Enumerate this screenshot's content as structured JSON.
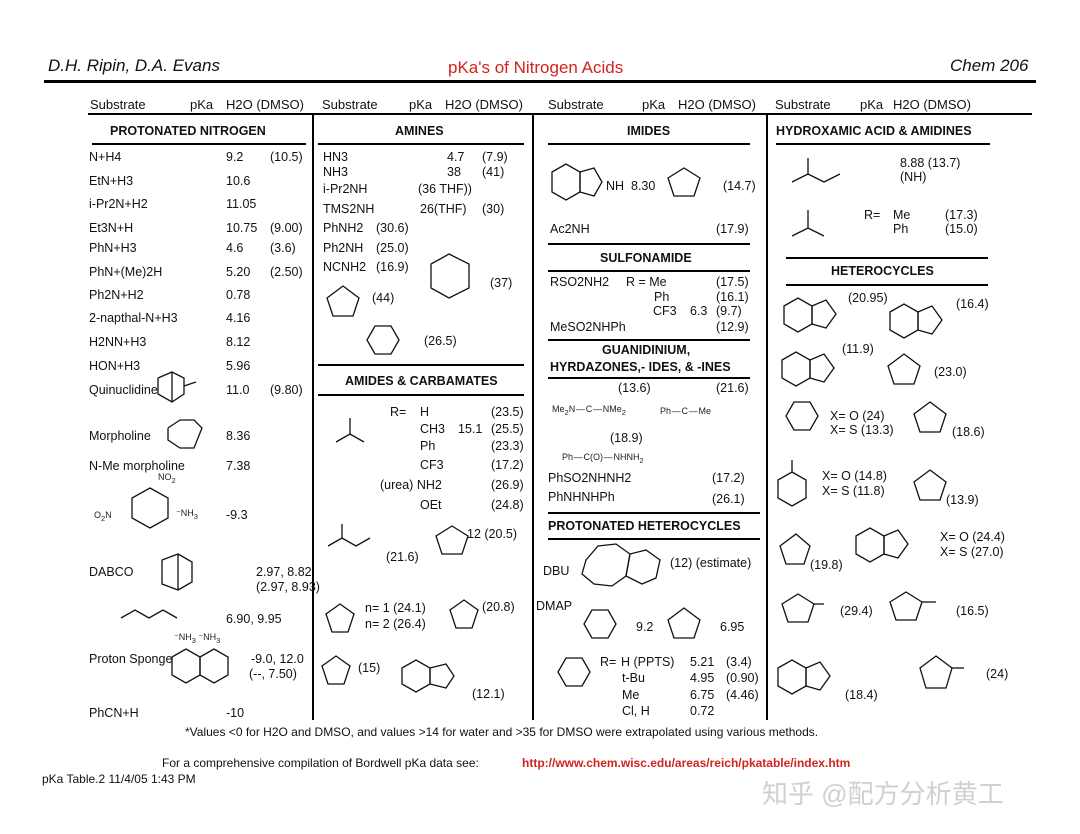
{
  "header": {
    "authors": "D.H. Ripin, D.A. Evans",
    "title": "pKa's of Nitrogen Acids",
    "course": "Chem 206"
  },
  "column_headers": {
    "substrate": "Substrate",
    "pka": "pKa",
    "solvents": "H2O (DMSO)"
  },
  "col1": {
    "section": "PROTONATED NITROGEN",
    "rows": [
      {
        "name": "N+H4",
        "h2o": "9.2",
        "dmso": "(10.5)"
      },
      {
        "name": "EtN+H3",
        "h2o": "10.6",
        "dmso": ""
      },
      {
        "name": "i-Pr2N+H2",
        "h2o": "11.05",
        "dmso": ""
      },
      {
        "name": "Et3N+H",
        "h2o": "10.75",
        "dmso": "(9.00)"
      },
      {
        "name": "PhN+H3",
        "h2o": "4.6",
        "dmso": "(3.6)"
      },
      {
        "name": "PhN+(Me)2H",
        "h2o": "5.20",
        "dmso": "(2.50)"
      },
      {
        "name": "Ph2N+H2",
        "h2o": "0.78",
        "dmso": ""
      },
      {
        "name": "2-napthal-N+H3",
        "h2o": "4.16",
        "dmso": ""
      },
      {
        "name": "H2NN+H3",
        "h2o": "8.12",
        "dmso": ""
      },
      {
        "name": "HON+H3",
        "h2o": "5.96",
        "dmso": ""
      },
      {
        "name": "Quinuclidine",
        "h2o": "11.0",
        "dmso": "(9.80)"
      },
      {
        "name": "Morpholine",
        "h2o": "8.36",
        "dmso": ""
      },
      {
        "name": "N-Me morpholine",
        "h2o": "7.38",
        "dmso": ""
      },
      {
        "name": "",
        "h2o": "-9.3",
        "dmso": ""
      },
      {
        "name": "DABCO",
        "h2o": "2.97, 8.82",
        "dmso": "(2.97, 8.93)"
      },
      {
        "name": "",
        "h2o": "6.90, 9.95",
        "dmso": ""
      },
      {
        "name": "Proton Sponge",
        "h2o": "-9.0, 12.0",
        "dmso": "(--, 7.50)"
      },
      {
        "name": "PhCN+H",
        "h2o": "-10",
        "dmso": ""
      }
    ]
  },
  "col2": {
    "amines_section": "AMINES",
    "amines": [
      {
        "name": "HN3",
        "h2o": "4.7",
        "dmso": "(7.9)"
      },
      {
        "name": "NH3",
        "h2o": "38",
        "dmso": "(41)"
      },
      {
        "name": "i-Pr2NH",
        "h2o": "(36 THF))",
        "dmso": ""
      },
      {
        "name": "TMS2NH",
        "h2o": "26(THF)",
        "dmso": "(30)"
      },
      {
        "name": "PhNH2",
        "h2o": "(30.6)",
        "dmso": ""
      },
      {
        "name": "Ph2NH",
        "h2o": "(25.0)",
        "dmso": ""
      },
      {
        "name": "NCNH2",
        "h2o": "(16.9)",
        "dmso": ""
      }
    ],
    "pyrrolidine": "(44)",
    "tmp": "(37)",
    "aminopyridine": "(26.5)",
    "amides_section": "AMIDES & CARBAMATES",
    "amide_r_label": "R=",
    "amides": [
      {
        "r": "H",
        "h2o": "",
        "dmso": "(23.5)"
      },
      {
        "r": "CH3",
        "h2o": "15.1",
        "dmso": "(25.5)"
      },
      {
        "r": "Ph",
        "h2o": "",
        "dmso": "(23.3)"
      },
      {
        "r": "CF3",
        "h2o": "",
        "dmso": "(17.2)"
      },
      {
        "r": "(urea) NH2",
        "h2o": "",
        "dmso": "(26.9)"
      },
      {
        "r": "OEt",
        "h2o": "",
        "dmso": "(24.8)"
      }
    ],
    "amide_ph": "(21.6)",
    "oxazolidinone_bn": "12 (20.5)",
    "lactam_n1": "n= 1 (24.1)",
    "lactam_n2": "n= 2 (26.4)",
    "oxazolidinone": "(20.8)",
    "oxazolone": "(15)",
    "benzoxazolone": "(12.1)"
  },
  "col3": {
    "imides_section": "IMIDES",
    "phthalimide": "8.30",
    "succinimide": "(14.7)",
    "ac2nh_name": "Ac2NH",
    "ac2nh": "(17.9)",
    "sulfonamide_section": "SULFONAMIDE",
    "rso2nh2": "RSO2NH2",
    "r_eq_me": "R = Me",
    "sulf_rows": [
      {
        "r": "Me",
        "h2o": "",
        "dmso": "(17.5)"
      },
      {
        "r": "Ph",
        "h2o": "",
        "dmso": "(16.1)"
      },
      {
        "r": "CF3",
        "h2o": "6.3",
        "dmso": "(9.7)"
      }
    ],
    "mesonhph_name": "MeSO2NHPh",
    "mesonhph": "(12.9)",
    "guan_section_1": "GUANIDINIUM,",
    "guan_section_2": "HYRDAZONES,- IDES, & -INES",
    "guanidinium": "(13.6)",
    "amidinium": "(21.6)",
    "hydrazide": "(18.9)",
    "phso2nhnh2_name": "PhSO2NHNH2",
    "phso2nhnh2": "(17.2)",
    "phnhnhph_name": "PhNHNHPh",
    "phnhnhph": "(26.1)",
    "prot_het_section": "PROTONATED HETEROCYCLES",
    "dbu_name": "DBU",
    "dbu": "(12) (estimate)",
    "dmap_name": "DMAP",
    "dmap": "9.2",
    "imidazolium": "6.95",
    "pyridinium_r": "R=",
    "pyridinium": [
      {
        "r": "H (PPTS)",
        "h2o": "5.21",
        "dmso": "(3.4)"
      },
      {
        "r": "t-Bu",
        "h2o": "4.95",
        "dmso": "(0.90)"
      },
      {
        "r": "Me",
        "h2o": "6.75",
        "dmso": "(4.46)"
      },
      {
        "r": "Cl, H",
        "h2o": "0.72",
        "dmso": ""
      }
    ]
  },
  "col4": {
    "hydroxamic_section": "HYDROXAMIC ACID & AMIDINES",
    "hydroxamic": "8.88  (13.7)",
    "hydroxamic_nh": "(NH)",
    "amidine_r": "R=",
    "amidine": [
      {
        "r": "Me",
        "dmso": "(17.3)"
      },
      {
        "r": "Ph",
        "dmso": "(15.0)"
      }
    ],
    "heterocycles_section": "HETEROCYCLES",
    "indole": "(20.95)",
    "benzimidazole": "(16.4)",
    "benzotriazole": "(11.9)",
    "pyrrole": "(23.0)",
    "pyridone_o": "X= O (24)",
    "pyridone_s": "X= S (13.3)",
    "imidazole": "(18.6)",
    "pyridone4_o": "X= O (14.8)",
    "pyridone4_s": "X= S (11.8)",
    "triazole": "(13.9)",
    "benzoxazole_o": "X= O (24.4)",
    "benzoxazole_s": "X= S (27.0)",
    "pyrazole": "(19.8)",
    "thiazole": "(29.4)",
    "thiazolium": "(16.5)",
    "benzimidazolium": "(18.4)",
    "imidazolium_ipr": "(24)"
  },
  "footer": {
    "note": "*Values <0 for H2O and DMSO, and values >14 for water and >35 for DMSO were extrapolated using various methods.",
    "bordwell_text": "For a comprehensive compilation of Bordwell pKa data see:",
    "bordwell_url": "http://www.chem.wisc.edu/areas/reich/pkatable/index.htm",
    "table_id": "pKa Table.2  11/4/05 1:43 PM",
    "watermark": "知乎 @配方分析黄工"
  }
}
